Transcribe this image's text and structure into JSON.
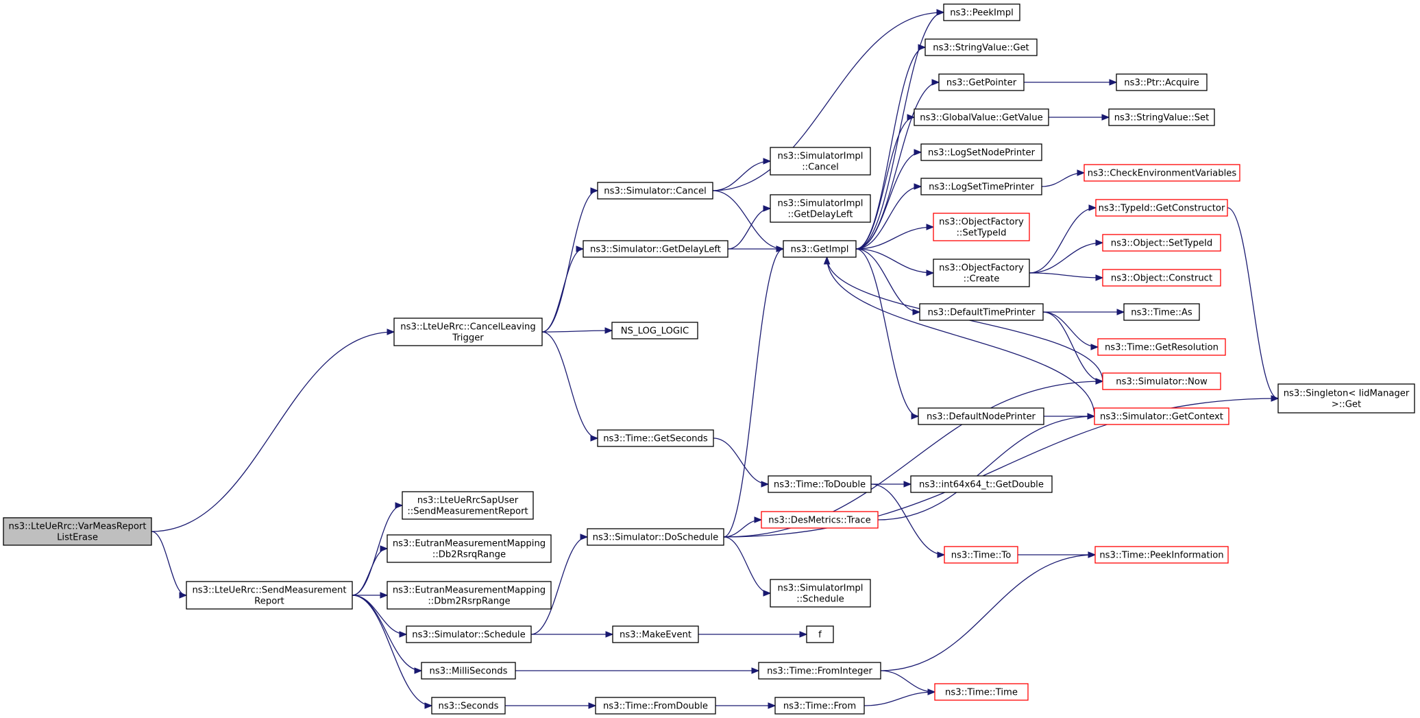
{
  "colors": {
    "edge": "#191970",
    "truncated_border": "#ff0000",
    "normal_border": "#000000",
    "root_fill": "#bfbfbf"
  },
  "nodes": [
    {
      "id": "root",
      "lines": [
        "ns3::LteUeRrc::VarMeasReport",
        "ListErase"
      ],
      "root": true
    },
    {
      "id": "cancelLeaving",
      "lines": [
        "ns3::LteUeRrc::CancelLeaving",
        "Trigger"
      ]
    },
    {
      "id": "sendMeas",
      "lines": [
        "ns3::LteUeRrc::SendMeasurement",
        "Report"
      ]
    },
    {
      "id": "simCancel",
      "lines": [
        "ns3::Simulator::Cancel"
      ]
    },
    {
      "id": "simGetDelay",
      "lines": [
        "ns3::Simulator::GetDelayLeft"
      ]
    },
    {
      "id": "nsLog",
      "lines": [
        "NS_LOG_LOGIC"
      ]
    },
    {
      "id": "getSeconds",
      "lines": [
        "ns3::Time::GetSeconds"
      ]
    },
    {
      "id": "sapUser",
      "lines": [
        "ns3::LteUeRrcSapUser",
        "::SendMeasurementReport"
      ]
    },
    {
      "id": "db2rsrq",
      "lines": [
        "ns3::EutranMeasurementMapping",
        "::Db2RsrqRange"
      ]
    },
    {
      "id": "dbm2rsrp",
      "lines": [
        "ns3::EutranMeasurementMapping",
        "::Dbm2RsrpRange"
      ]
    },
    {
      "id": "simSchedule",
      "lines": [
        "ns3::Simulator::Schedule"
      ]
    },
    {
      "id": "milli",
      "lines": [
        "ns3::MilliSeconds"
      ]
    },
    {
      "id": "seconds",
      "lines": [
        "ns3::Seconds"
      ]
    },
    {
      "id": "simDoSchedule",
      "lines": [
        "ns3::Simulator::DoSchedule"
      ]
    },
    {
      "id": "makeEvent",
      "lines": [
        "ns3::MakeEvent"
      ]
    },
    {
      "id": "fromDouble",
      "lines": [
        "ns3::Time::FromDouble"
      ]
    },
    {
      "id": "implCancel",
      "lines": [
        "ns3::SimulatorImpl",
        "::Cancel"
      ]
    },
    {
      "id": "implGetDelay",
      "lines": [
        "ns3::SimulatorImpl",
        "::GetDelayLeft"
      ]
    },
    {
      "id": "getImpl",
      "lines": [
        "ns3::GetImpl"
      ]
    },
    {
      "id": "toDouble",
      "lines": [
        "ns3::Time::ToDouble"
      ]
    },
    {
      "id": "desTrace",
      "lines": [
        "ns3::DesMetrics::Trace"
      ],
      "truncated": true
    },
    {
      "id": "implSchedule",
      "lines": [
        "ns3::SimulatorImpl",
        "::Schedule"
      ]
    },
    {
      "id": "fNode",
      "lines": [
        "f"
      ]
    },
    {
      "id": "fromInteger",
      "lines": [
        "ns3::Time::FromInteger"
      ]
    },
    {
      "id": "timeFrom",
      "lines": [
        "ns3::Time::From"
      ]
    },
    {
      "id": "peekImpl",
      "lines": [
        "ns3::PeekImpl"
      ]
    },
    {
      "id": "strGet",
      "lines": [
        "ns3::StringValue::Get"
      ]
    },
    {
      "id": "getPointer",
      "lines": [
        "ns3::GetPointer"
      ]
    },
    {
      "id": "globalGet",
      "lines": [
        "ns3::GlobalValue::GetValue"
      ]
    },
    {
      "id": "logNode",
      "lines": [
        "ns3::LogSetNodePrinter"
      ]
    },
    {
      "id": "logTime",
      "lines": [
        "ns3::LogSetTimePrinter"
      ]
    },
    {
      "id": "ofSetTypeId",
      "lines": [
        "ns3::ObjectFactory",
        "::SetTypeId"
      ],
      "truncated": true
    },
    {
      "id": "ofCreate",
      "lines": [
        "ns3::ObjectFactory",
        "::Create"
      ]
    },
    {
      "id": "defTime",
      "lines": [
        "ns3::DefaultTimePrinter"
      ]
    },
    {
      "id": "defNode",
      "lines": [
        "ns3::DefaultNodePrinter"
      ]
    },
    {
      "id": "int64",
      "lines": [
        "ns3::int64x64_t::GetDouble"
      ]
    },
    {
      "id": "timeTo",
      "lines": [
        "ns3::Time::To"
      ],
      "truncated": true
    },
    {
      "id": "timeTime",
      "lines": [
        "ns3::Time::Time"
      ],
      "truncated": true
    },
    {
      "id": "ptrAcquire",
      "lines": [
        "ns3::Ptr::Acquire"
      ]
    },
    {
      "id": "strSet",
      "lines": [
        "ns3::StringValue::Set"
      ]
    },
    {
      "id": "checkEnv",
      "lines": [
        "ns3::CheckEnvironmentVariables"
      ],
      "truncated": true
    },
    {
      "id": "getCtor",
      "lines": [
        "ns3::TypeId::GetConstructor"
      ],
      "truncated": true
    },
    {
      "id": "objSetTypeId",
      "lines": [
        "ns3::Object::SetTypeId"
      ],
      "truncated": true
    },
    {
      "id": "objConstruct",
      "lines": [
        "ns3::Object::Construct"
      ],
      "truncated": true
    },
    {
      "id": "timeAs",
      "lines": [
        "ns3::Time::As"
      ]
    },
    {
      "id": "getRes",
      "lines": [
        "ns3::Time::GetResolution"
      ],
      "truncated": true
    },
    {
      "id": "simNow",
      "lines": [
        "ns3::Simulator::Now"
      ],
      "truncated": true
    },
    {
      "id": "simCtx",
      "lines": [
        "ns3::Simulator::GetContext"
      ],
      "truncated": true
    },
    {
      "id": "peekInfo",
      "lines": [
        "ns3::Time::PeekInformation"
      ],
      "truncated": true
    },
    {
      "id": "singleton",
      "lines": [
        "ns3::Singleton< IidManager",
        " >::Get"
      ]
    }
  ],
  "edges": [
    [
      "root",
      "cancelLeaving"
    ],
    [
      "root",
      "sendMeas"
    ],
    [
      "cancelLeaving",
      "simCancel"
    ],
    [
      "cancelLeaving",
      "simGetDelay"
    ],
    [
      "cancelLeaving",
      "nsLog"
    ],
    [
      "cancelLeaving",
      "getSeconds"
    ],
    [
      "sendMeas",
      "sapUser"
    ],
    [
      "sendMeas",
      "db2rsrq"
    ],
    [
      "sendMeas",
      "dbm2rsrp"
    ],
    [
      "sendMeas",
      "simSchedule"
    ],
    [
      "sendMeas",
      "milli"
    ],
    [
      "sendMeas",
      "seconds"
    ],
    [
      "simCancel",
      "peekImpl"
    ],
    [
      "simCancel",
      "implCancel"
    ],
    [
      "simCancel",
      "getImpl"
    ],
    [
      "simGetDelay",
      "implGetDelay"
    ],
    [
      "simGetDelay",
      "getImpl"
    ],
    [
      "getSeconds",
      "toDouble"
    ],
    [
      "simSchedule",
      "simDoSchedule"
    ],
    [
      "simSchedule",
      "makeEvent"
    ],
    [
      "milli",
      "fromInteger"
    ],
    [
      "seconds",
      "fromDouble"
    ],
    [
      "simDoSchedule",
      "getImpl"
    ],
    [
      "simDoSchedule",
      "desTrace"
    ],
    [
      "simDoSchedule",
      "implSchedule"
    ],
    [
      "simDoSchedule",
      "simNow"
    ],
    [
      "simDoSchedule",
      "singleton"
    ],
    [
      "makeEvent",
      "fNode"
    ],
    [
      "fromDouble",
      "timeFrom"
    ],
    [
      "fromInteger",
      "timeTime"
    ],
    [
      "fromInteger",
      "peekInfo"
    ],
    [
      "timeFrom",
      "timeTime"
    ],
    [
      "toDouble",
      "int64"
    ],
    [
      "toDouble",
      "timeTo"
    ],
    [
      "desTrace",
      "simCtx"
    ],
    [
      "timeTo",
      "peekInfo"
    ],
    [
      "getImpl",
      "peekImpl"
    ],
    [
      "getImpl",
      "strGet"
    ],
    [
      "getImpl",
      "getPointer"
    ],
    [
      "getImpl",
      "globalGet"
    ],
    [
      "getImpl",
      "logNode"
    ],
    [
      "getImpl",
      "logTime"
    ],
    [
      "getImpl",
      "ofSetTypeId"
    ],
    [
      "getImpl",
      "ofCreate"
    ],
    [
      "getImpl",
      "defTime"
    ],
    [
      "getImpl",
      "defNode"
    ],
    [
      "getPointer",
      "ptrAcquire"
    ],
    [
      "globalGet",
      "strSet"
    ],
    [
      "logTime",
      "checkEnv"
    ],
    [
      "ofCreate",
      "getCtor"
    ],
    [
      "ofCreate",
      "objSetTypeId"
    ],
    [
      "ofCreate",
      "objConstruct"
    ],
    [
      "defTime",
      "timeAs"
    ],
    [
      "defTime",
      "getRes"
    ],
    [
      "defTime",
      "simNow"
    ],
    [
      "defNode",
      "simCtx"
    ],
    [
      "simNow",
      "getImpl"
    ],
    [
      "simCtx",
      "getImpl"
    ],
    [
      "getCtor",
      "singleton"
    ]
  ]
}
